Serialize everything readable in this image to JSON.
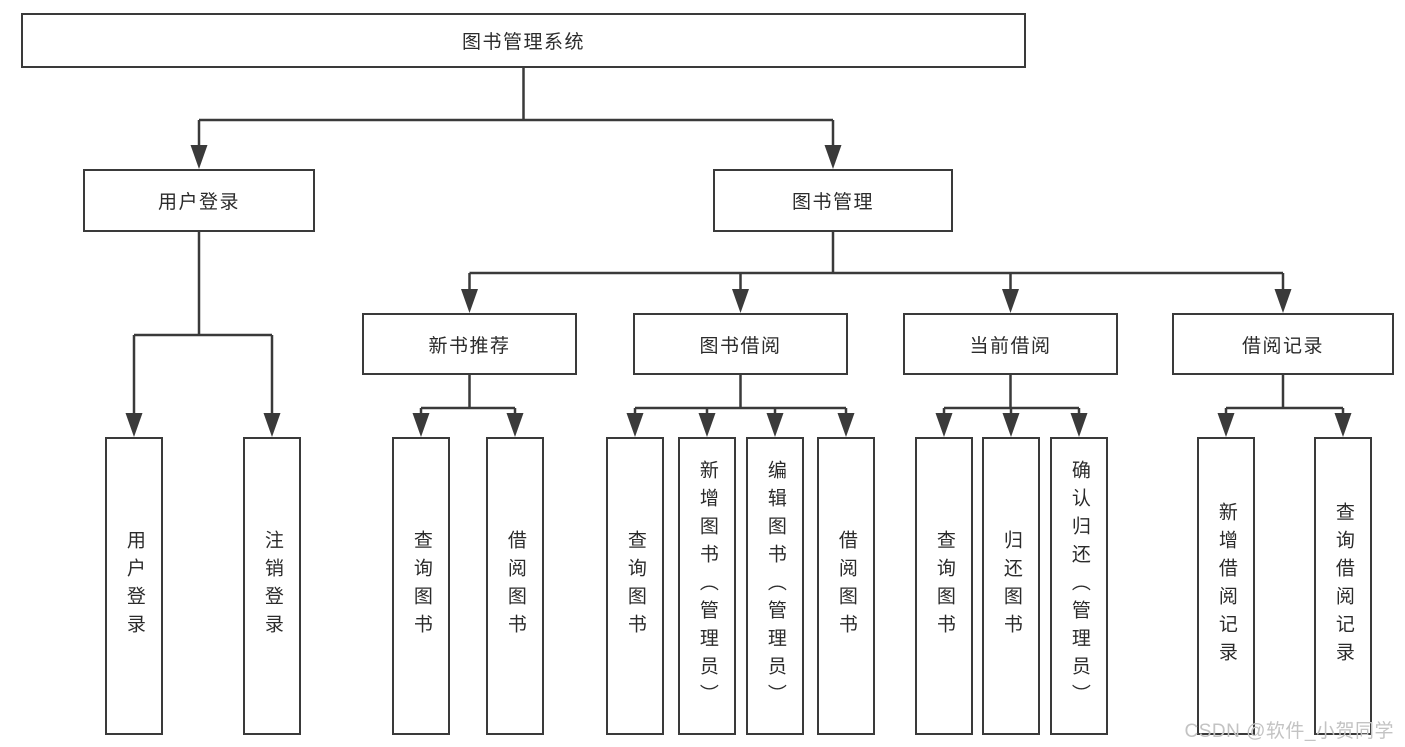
{
  "colors": {
    "line": "#3a3a3a",
    "text": "#2b2b2b",
    "watermark_text": "#c3c3c3",
    "background": "#ffffff"
  },
  "diagram": {
    "type": "tree",
    "nodes": {
      "root": "图书管理系统",
      "user_login": "用户登录",
      "book_management": "图书管理",
      "new_book_recommend": "新书推荐",
      "book_borrowing": "图书借阅",
      "current_borrowing": "当前借阅",
      "borrowing_records": "借阅记录",
      "user_login_leaf": "用户登录",
      "logout": "注销登录",
      "recommend_query_book": "查询图书",
      "recommend_borrow_book": "借阅图书",
      "borrowing_query_book": "查询图书",
      "borrowing_add_book": "新增图书（管理员）",
      "borrowing_edit_book": "编辑图书（管理员）",
      "borrowing_borrow_book": "借阅图书",
      "current_query_book": "查询图书",
      "current_return_book": "归还图书",
      "current_confirm_return": "确认归还（管理员）",
      "records_add_record": "新增借阅记录",
      "records_query_record": "查询借阅记录"
    },
    "structure": {
      "root": [
        "user_login",
        "book_management"
      ],
      "user_login": [
        "user_login_leaf",
        "logout"
      ],
      "book_management": [
        "new_book_recommend",
        "book_borrowing",
        "current_borrowing",
        "borrowing_records"
      ],
      "new_book_recommend": [
        "recommend_query_book",
        "recommend_borrow_book"
      ],
      "book_borrowing": [
        "borrowing_query_book",
        "borrowing_add_book",
        "borrowing_edit_book",
        "borrowing_borrow_book"
      ],
      "current_borrowing": [
        "current_query_book",
        "current_return_book",
        "current_confirm_return"
      ],
      "borrowing_records": [
        "records_add_record",
        "records_query_record"
      ]
    }
  },
  "watermark": "CSDN @软件_小贺同学"
}
